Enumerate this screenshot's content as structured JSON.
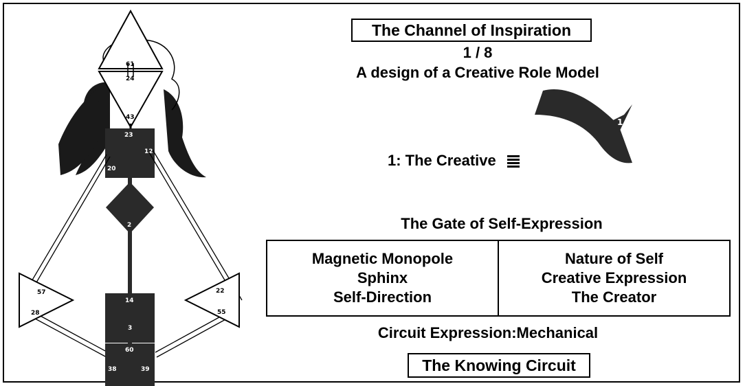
{
  "channel": {
    "title": "The Channel of Inspiration",
    "number": "1 / 8",
    "design": "A design of a Creative Role Model"
  },
  "gate": {
    "label": "1: The Creative",
    "trigram_icon": "heaven-trigram",
    "zodiac_badge": {
      "sign_icon": "scorpio-glyph",
      "symbol": "♏",
      "line": "1"
    },
    "name": "The Gate of Self-Expression"
  },
  "keynotes": {
    "left": [
      "Magnetic Monopole",
      "Sphinx",
      "Self-Direction"
    ],
    "right": [
      "Nature of Self",
      "Creative Expression",
      "The Creator"
    ]
  },
  "circuit": {
    "expression": "Circuit Expression:Mechanical",
    "name": "The Knowing Circuit"
  },
  "bodygraph": {
    "head_gates": [
      "61"
    ],
    "ajna_gates": [
      "24",
      "43"
    ],
    "throat_gates": [
      "23",
      "12",
      "20"
    ],
    "g_gates": [
      "2"
    ],
    "sacral_gates": [
      "14",
      "3"
    ],
    "root_gates": [
      "60",
      "38",
      "39"
    ],
    "spleen_gates": [
      "57",
      "28"
    ],
    "solar_plexus_gates": [
      "22",
      "55"
    ]
  },
  "colors": {
    "defined": "#2a2a2a",
    "line": "#000000",
    "background": "#ffffff"
  }
}
